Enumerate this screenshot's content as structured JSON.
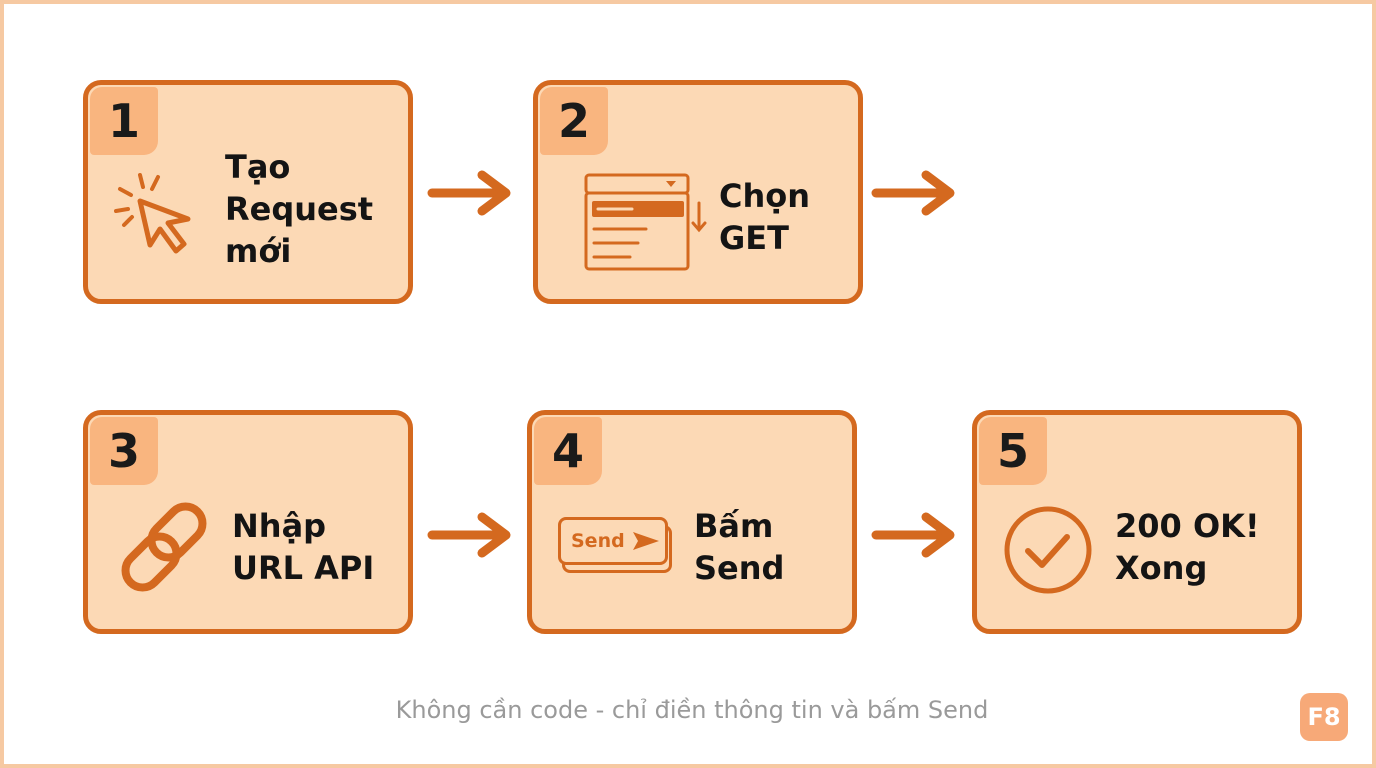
{
  "colors": {
    "card_fill": "#fcd9b5",
    "card_border": "#d4691f",
    "badge_fill": "#f9b57f",
    "arrow": "#d4691f",
    "logo_fill": "#f7a978"
  },
  "steps": [
    {
      "number": "1",
      "line1": "Tạo",
      "line2": "Request",
      "line3": "mới",
      "icon": "cursor-click-icon"
    },
    {
      "number": "2",
      "line1": "Chọn",
      "line2": "GET",
      "icon": "dropdown-menu-icon"
    },
    {
      "number": "3",
      "line1": "Nhập",
      "line2": "URL API",
      "icon": "link-icon"
    },
    {
      "number": "4",
      "line1": "Bấm",
      "line2": "Send",
      "icon": "send-button-icon",
      "icon_text": "Send"
    },
    {
      "number": "5",
      "line1": "200 OK!",
      "line2": "Xong",
      "icon": "check-circle-icon"
    }
  ],
  "footer": {
    "caption": "Không cần code - chỉ điền thông tin và bấm Send"
  },
  "logo": {
    "text": "F8"
  }
}
